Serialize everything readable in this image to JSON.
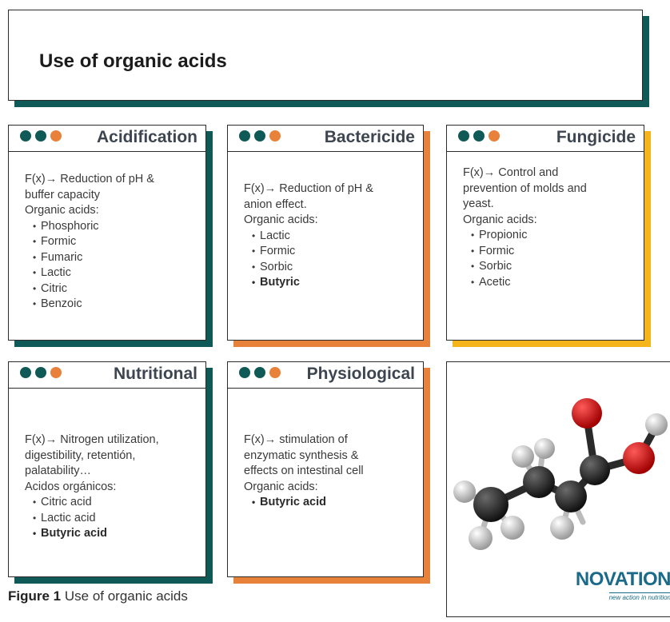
{
  "header": {
    "title": "Use of organic acids"
  },
  "cards": [
    {
      "title": "Acidification",
      "function": [
        "F(x)→ Reduction of pH &",
        "buffer capacity"
      ],
      "acids_label": "Organic acids:",
      "items": [
        "Phosphoric",
        "Formic",
        "Fumaric",
        "Lactic",
        "Citric",
        "Benzoic"
      ],
      "bold_items": [],
      "accent": "#0f5a57"
    },
    {
      "title": "Bactericide",
      "function": [
        "F(x)→ Reduction of pH &",
        "anion effect."
      ],
      "acids_label": "Organic acids:",
      "items": [
        "Lactic",
        "Formic",
        "Sorbic",
        "Butyric"
      ],
      "bold_items": [
        "Butyric"
      ],
      "accent": "#e8823a"
    },
    {
      "title": "Fungicide",
      "function": [
        "F(x)→ Control and",
        "prevention of molds and",
        "yeast."
      ],
      "acids_label": "Organic acids:",
      "items": [
        "Propionic",
        "Formic",
        "Sorbic",
        "Acetic"
      ],
      "bold_items": [],
      "accent": "#f4b41a"
    },
    {
      "title": "Nutritional",
      "function": [
        "F(x)→ Nitrogen utilization,",
        "digestibility, retentión,",
        "palatability…"
      ],
      "acids_label": "Acidos orgánicos:",
      "items": [
        "Citric acid",
        "Lactic acid",
        "Butyric acid"
      ],
      "bold_items": [
        "Butyric acid"
      ],
      "accent": "#0f5a57"
    },
    {
      "title": "Physiological",
      "function": [
        "F(x)→ stimulation of",
        "enzymatic synthesis &",
        "effects on intestinal cell"
      ],
      "acids_label": "Organic acids:",
      "items": [
        "Butyric acid"
      ],
      "bold_items": [
        "Butyric acid"
      ],
      "accent": "#e8823a"
    }
  ],
  "figure": {
    "caption_label": "Figure 1",
    "caption_text": "Use of organic acids",
    "logo_text": "NOVATION",
    "logo_tagline": "new action in nutrition"
  },
  "colors": {
    "teal": "#0f5a57",
    "orange": "#e8823a",
    "yellow": "#f4b41a",
    "logo_blue": "#1a6a8a"
  }
}
